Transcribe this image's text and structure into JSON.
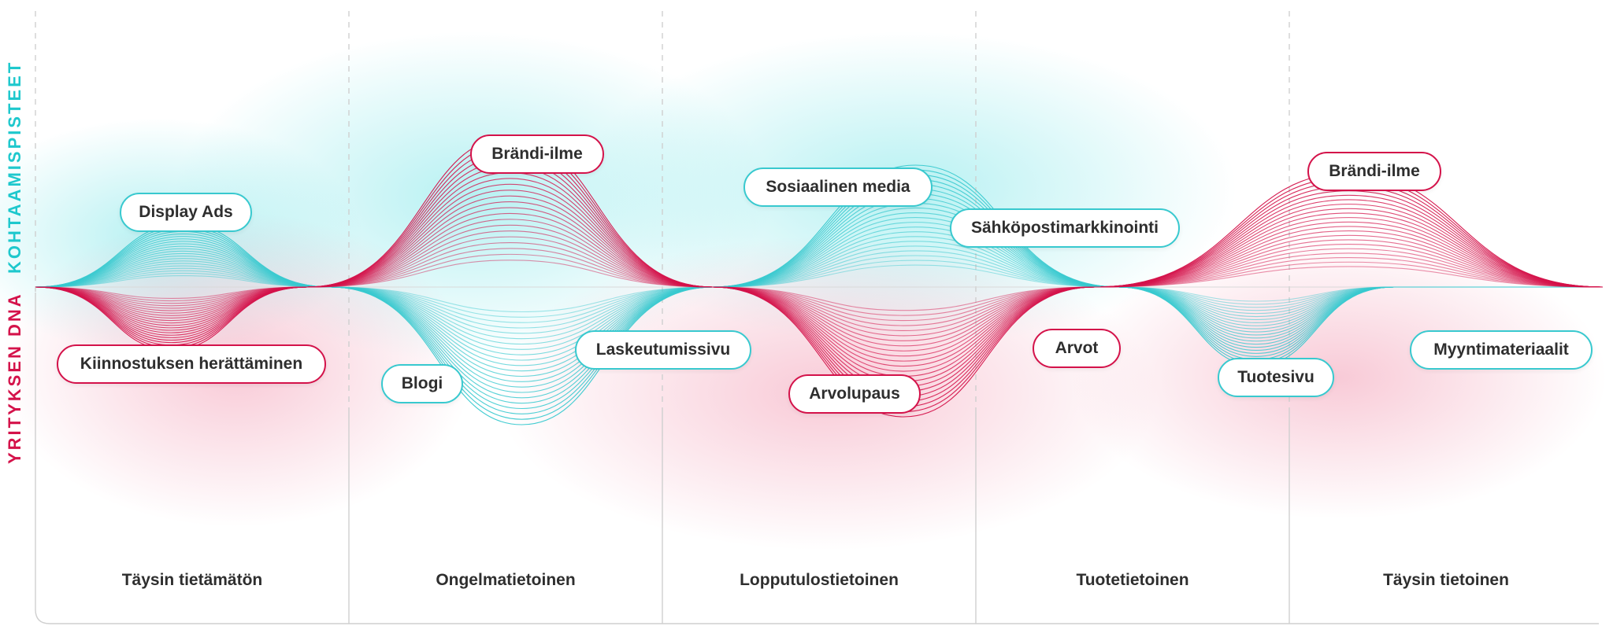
{
  "axis_labels": {
    "top": "KOHTAAMISPISTEET",
    "bottom": "YRITYKSEN DNA"
  },
  "stages": [
    "Täysin tietämätön",
    "Ongelmatietoinen",
    "Lopputulostietoinen",
    "Tuotetietoinen",
    "Täysin tietoinen"
  ],
  "touchpoints": [
    {
      "label": "Display Ads",
      "color": "teal"
    },
    {
      "label": "Blogi",
      "color": "teal"
    },
    {
      "label": "Laskeutumissivu",
      "color": "teal"
    },
    {
      "label": "Sosiaalinen media",
      "color": "teal"
    },
    {
      "label": "Sähköpostimarkkinointi",
      "color": "teal"
    },
    {
      "label": "Tuotesivu",
      "color": "teal"
    },
    {
      "label": "Myyntimateriaalit",
      "color": "teal"
    }
  ],
  "dna": [
    {
      "label": "Kiinnostuksen herättäminen",
      "color": "red"
    },
    {
      "label": "Brändi-ilme",
      "color": "red"
    },
    {
      "label": "Arvolupaus",
      "color": "red"
    },
    {
      "label": "Arvot",
      "color": "red"
    },
    {
      "label": "Brändi-ilme",
      "color": "red"
    }
  ],
  "colors": {
    "teal": "#38c9cf",
    "red": "#d4124a",
    "text": "#2e2e2e",
    "grid": "#cfcfcf"
  }
}
